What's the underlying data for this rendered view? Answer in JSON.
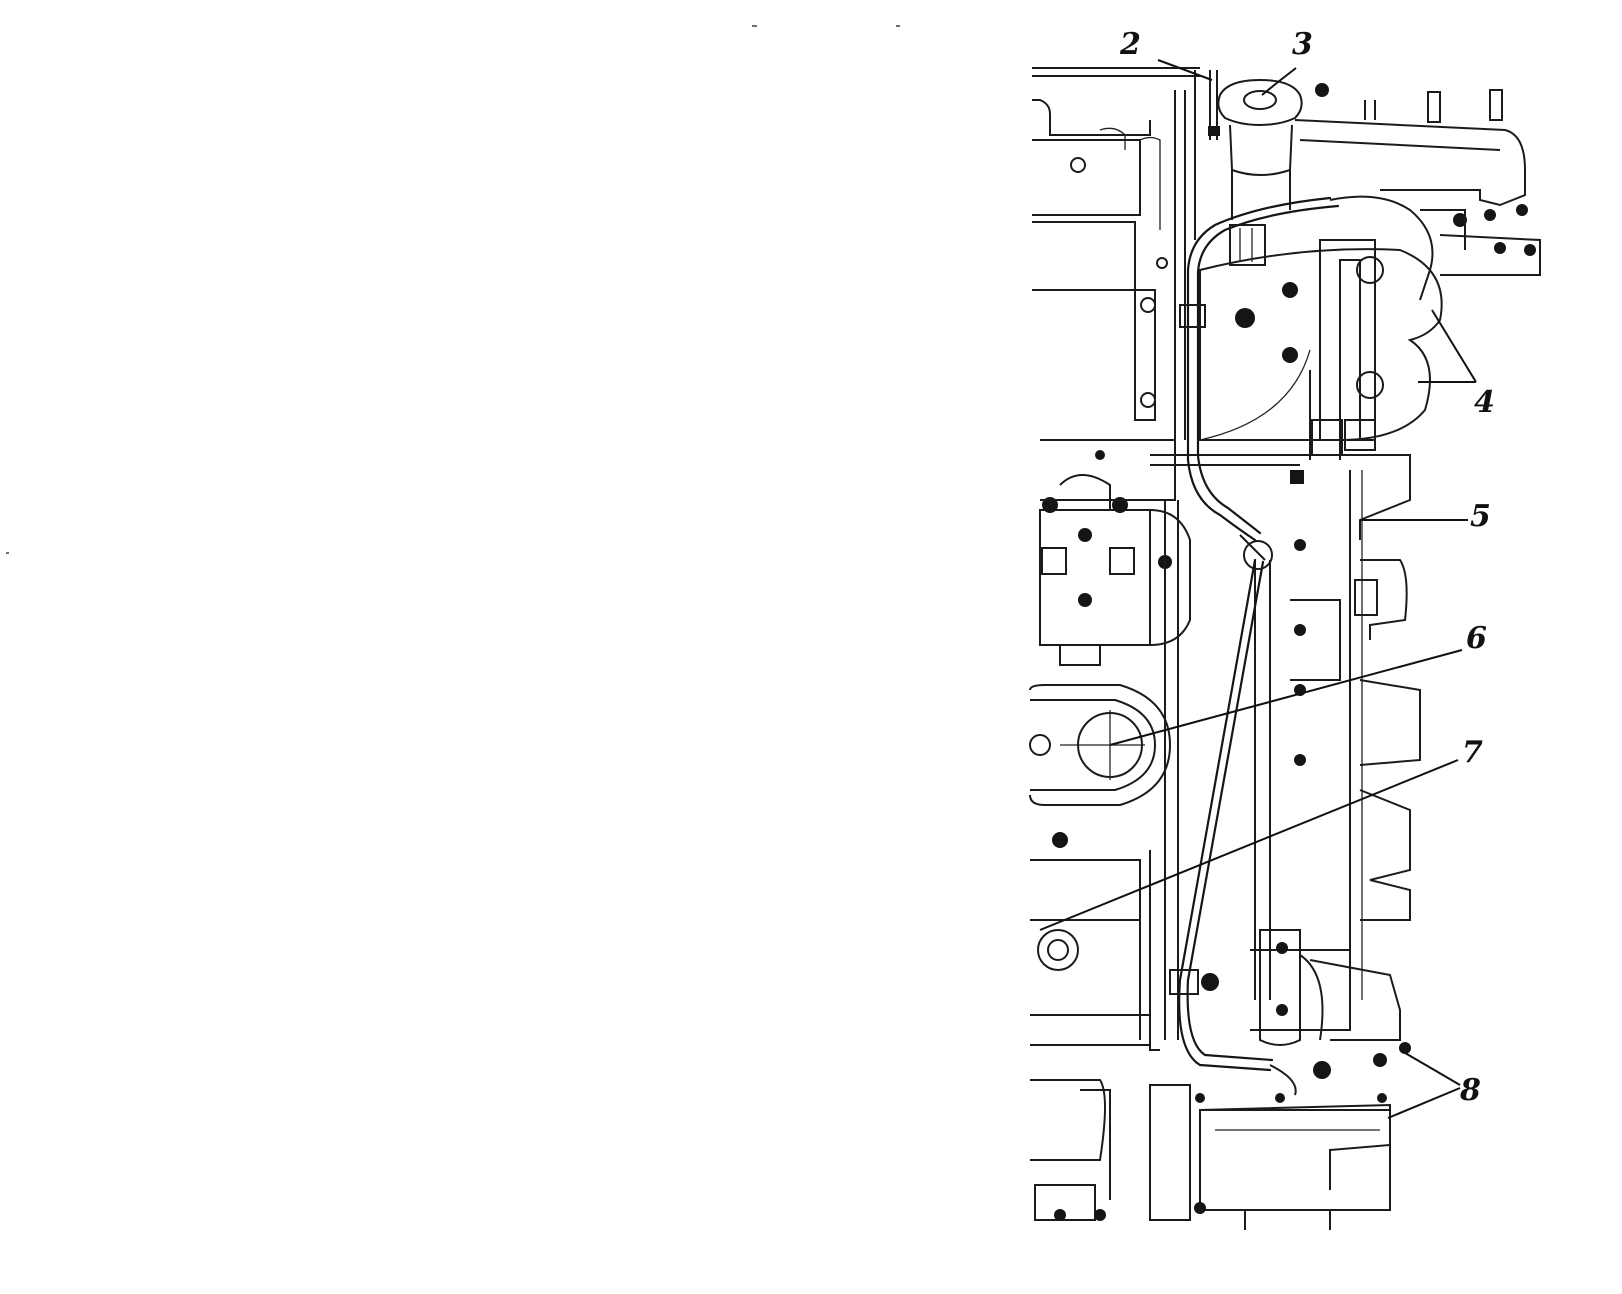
{
  "figure": {
    "ink_color": "#161616",
    "background": "#ffffff",
    "callouts": [
      {
        "id": "c2",
        "label": "2"
      },
      {
        "id": "c3",
        "label": "3"
      },
      {
        "id": "c4",
        "label": "4"
      },
      {
        "id": "c5",
        "label": "5"
      },
      {
        "id": "c6",
        "label": "6"
      },
      {
        "id": "c7",
        "label": "7"
      },
      {
        "id": "c8",
        "label": "8"
      }
    ]
  }
}
